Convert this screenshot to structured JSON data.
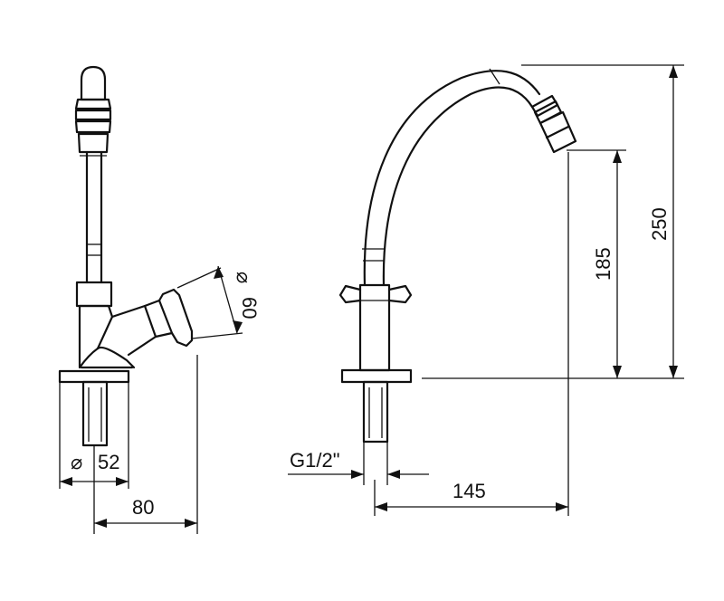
{
  "dimensions": {
    "head_diameter": "60",
    "base_diameter": "52",
    "side_projection": "80",
    "thread": "G1/2\"",
    "spout_reach": "145",
    "outlet_height": "185",
    "overall_height": "250"
  },
  "symbols": {
    "diameter": "⌀"
  }
}
